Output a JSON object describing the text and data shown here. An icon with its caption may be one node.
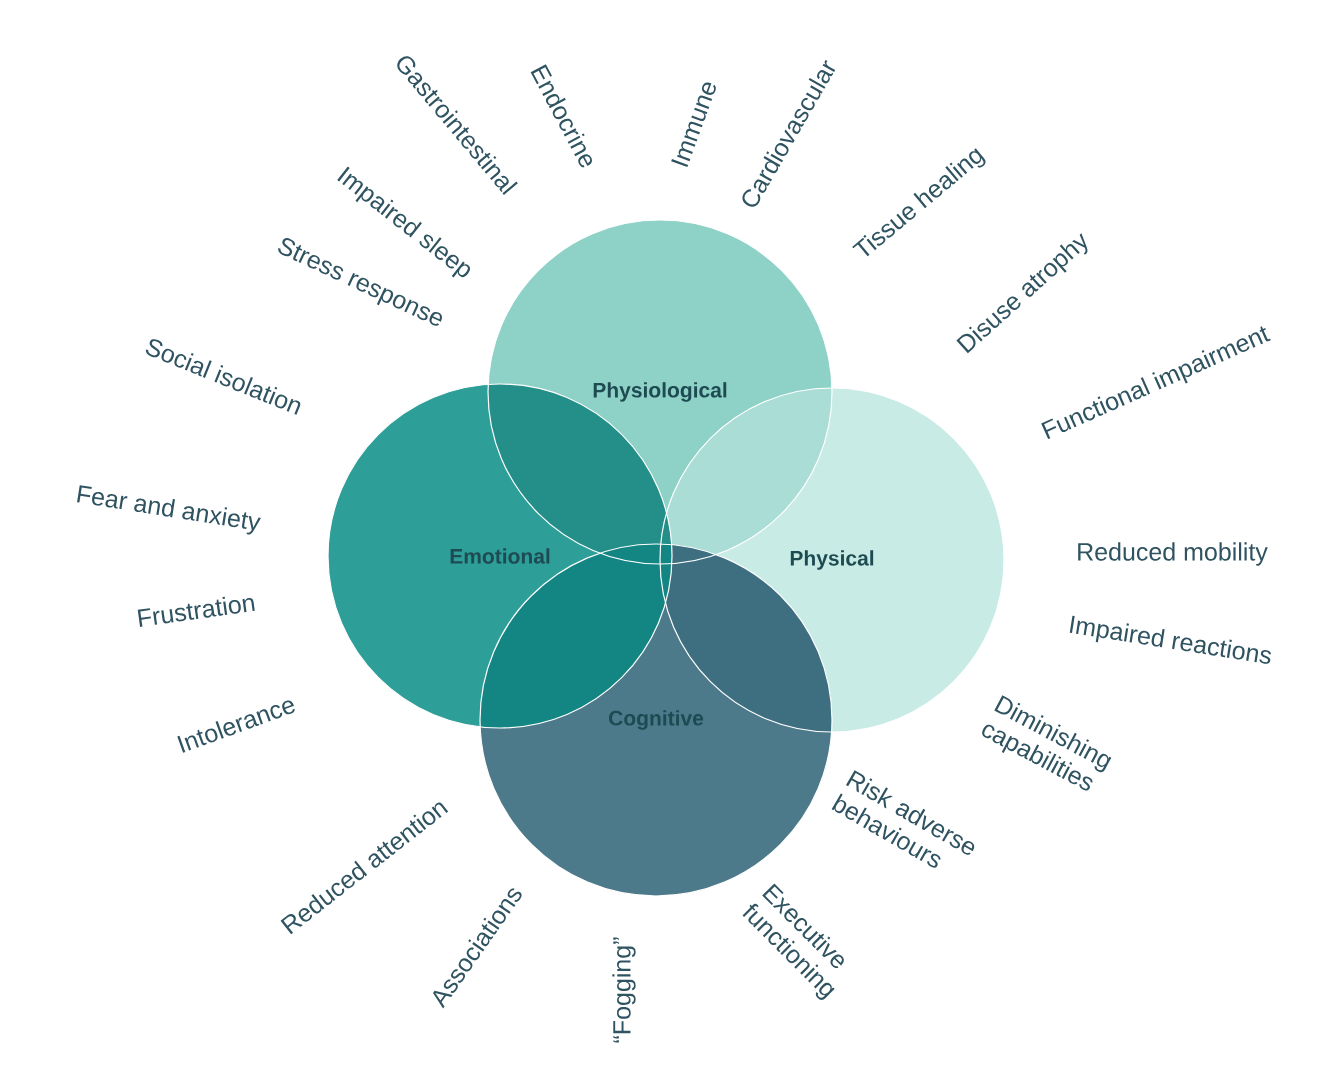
{
  "diagram": {
    "nodes": [
      {
        "text": [
          "Physiological"
        ]
      },
      {
        "text": [
          "Emotional"
        ]
      },
      {
        "text": [
          "Physical"
        ]
      },
      {
        "text": [
          "Cognitive"
        ]
      }
    ],
    "labels": [
      "Gastrointestinal",
      "Endocrine",
      "Immune",
      "Cardiovascular",
      "Impaired sleep",
      "Tissue healing",
      "Stress response",
      "Disuse atrophy",
      "Social isolation",
      "Functional impairment",
      "Fear and anxiety",
      "Reduced mobility",
      "Frustration",
      "Impaired reactions",
      "Intolerance",
      "Diminishing capabilities",
      "Reduced attention",
      "Risk adverse behaviours",
      "Associations",
      "“Fogging”",
      "Executive functioning"
    ]
  }
}
